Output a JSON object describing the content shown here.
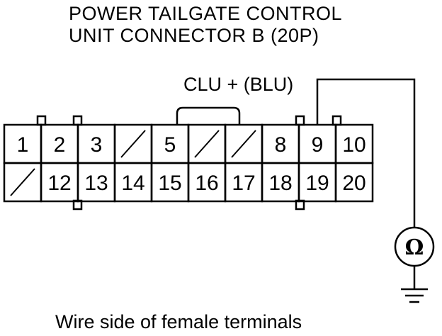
{
  "title": {
    "line1": "POWER TAILGATE CONTROL",
    "line2": "UNIT CONNECTOR B (20P)"
  },
  "wire_label": "CLU + (BLU)",
  "connector": {
    "top_row": [
      "1",
      "2",
      "3",
      "",
      "5",
      "",
      "",
      "8",
      "9",
      "10"
    ],
    "bottom_row": [
      "",
      "12",
      "13",
      "14",
      "15",
      "16",
      "17",
      "18",
      "19",
      "20"
    ]
  },
  "meter_symbol": "Ω",
  "caption": "Wire side of female terminals"
}
